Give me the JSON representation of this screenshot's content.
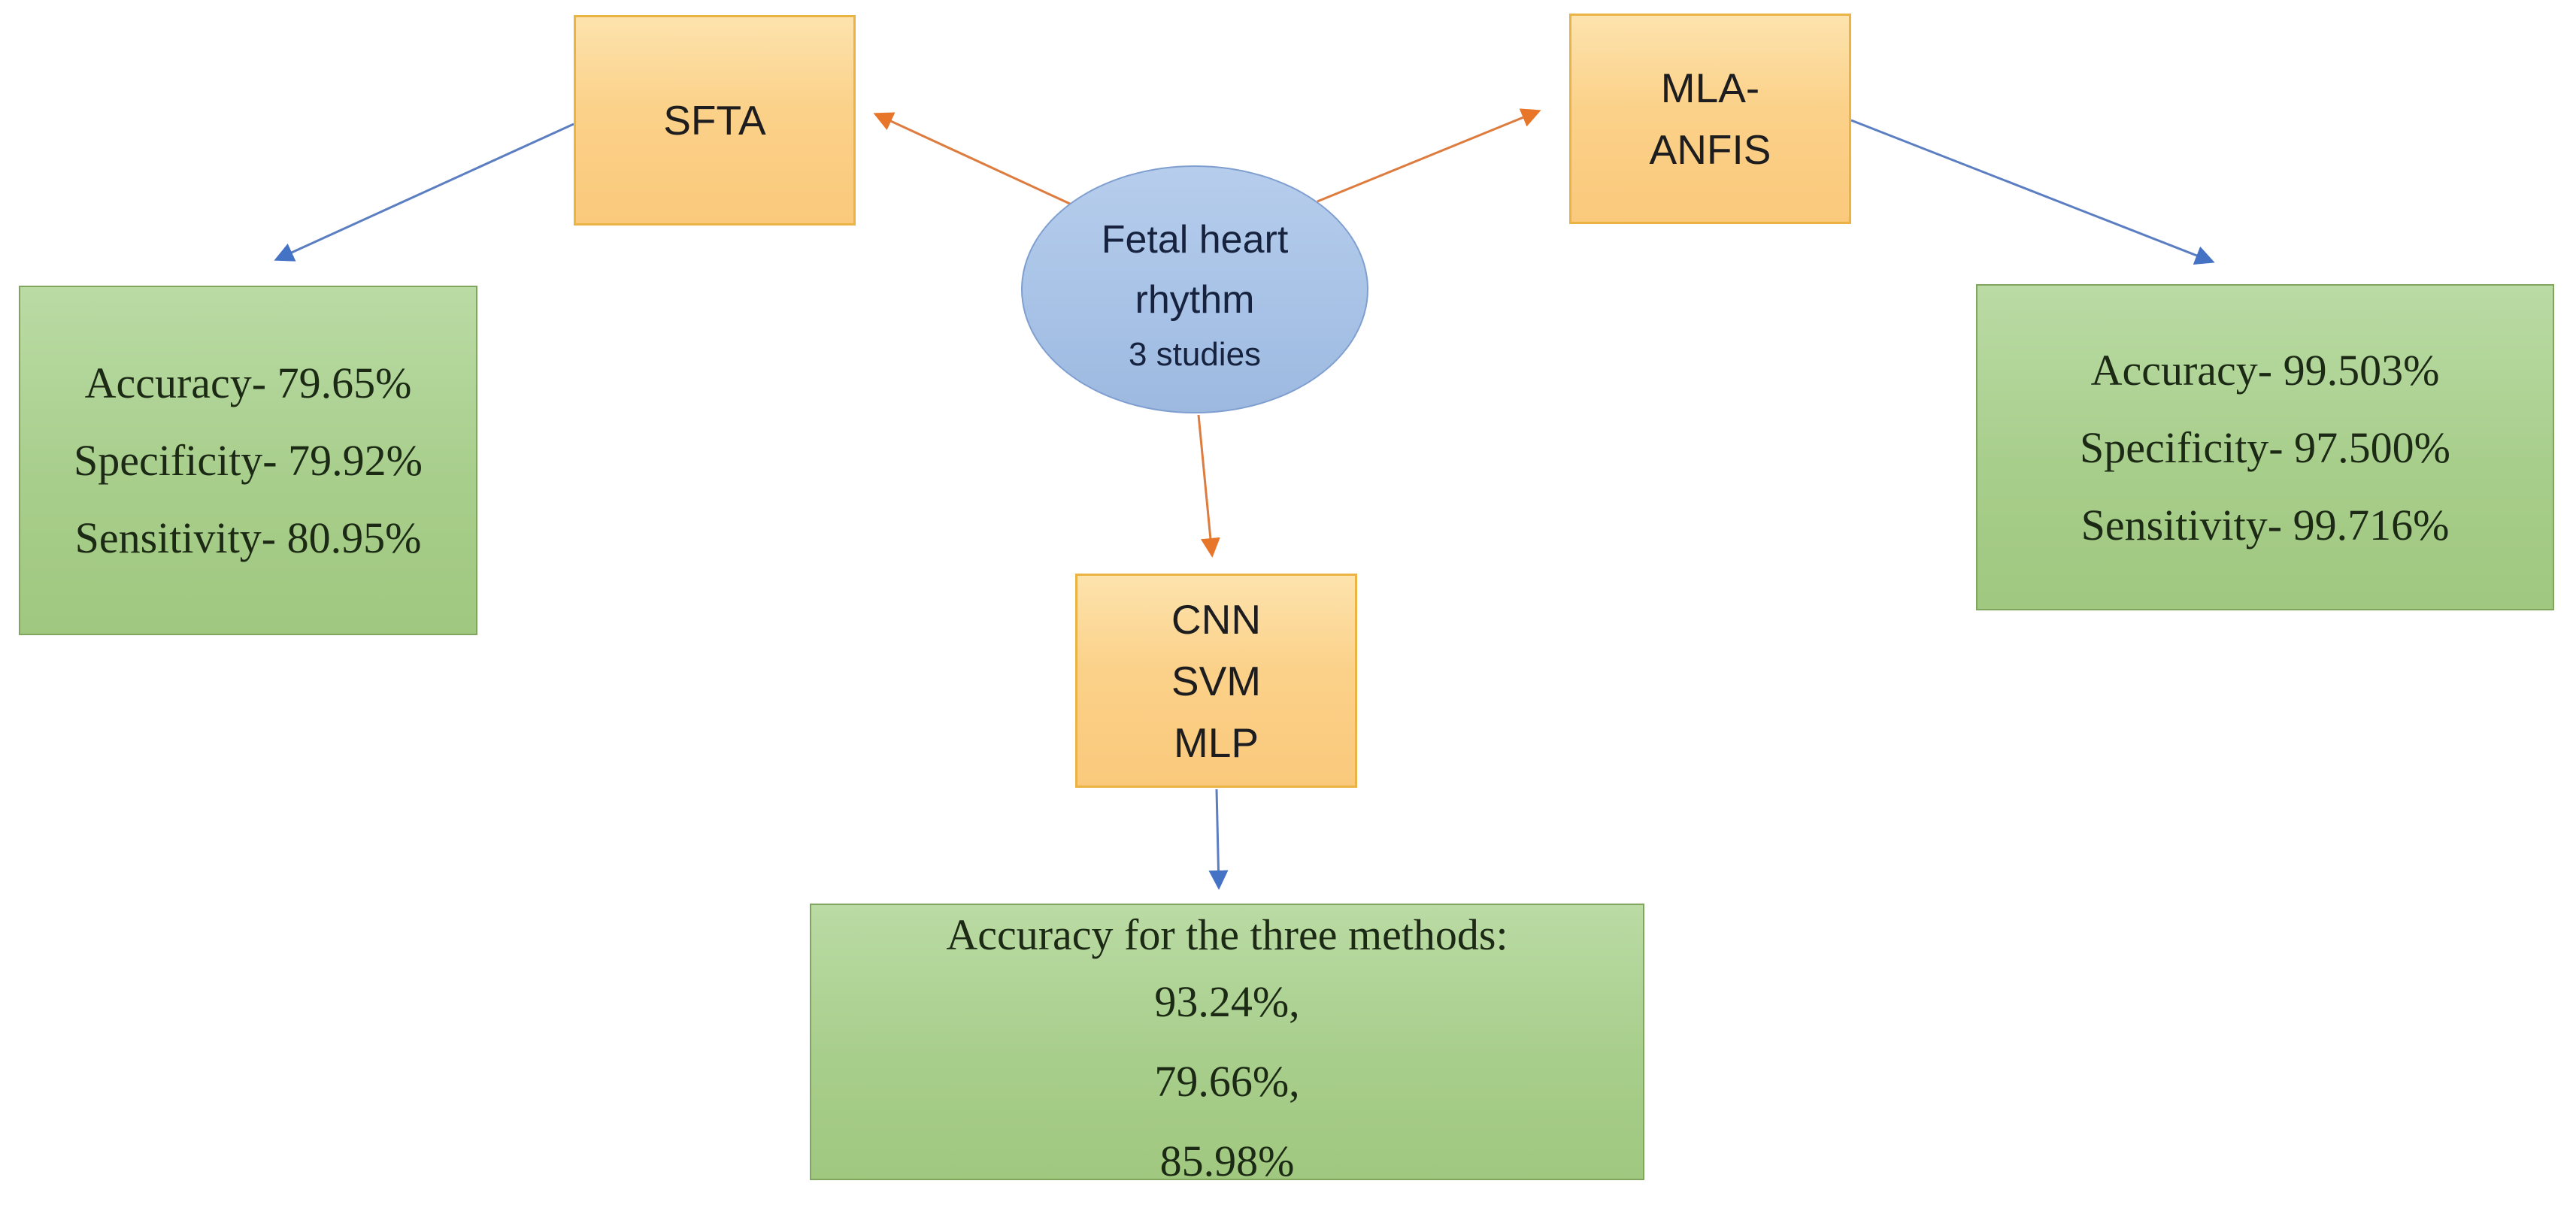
{
  "diagram": {
    "background": "#ffffff",
    "center_node": {
      "line1": "Fetal heart",
      "line2": "rhythm",
      "line3": "3 studies"
    },
    "method_nodes": {
      "sfta": {
        "label": "SFTA"
      },
      "mla_anfis": {
        "line1": "MLA-",
        "line2": "ANFIS"
      },
      "cnn_svm_mlp": {
        "line1": "CNN",
        "line2": "SVM",
        "line3": "MLP"
      }
    },
    "result_nodes": {
      "sfta_results": {
        "accuracy": "Accuracy- 79.65%",
        "specificity": "Specificity- 79.92%",
        "sensitivity": "Sensitivity- 80.95%"
      },
      "mla_anfis_results": {
        "accuracy": "Accuracy- 99.503%",
        "specificity": "Specificity- 97.500%",
        "sensitivity": "Sensitivity- 99.716%"
      },
      "cnn_svm_mlp_results": {
        "title": "Accuracy for the three methods:",
        "value1": "93.24%,",
        "value2": "79.66%,",
        "value3": "85.98%"
      }
    },
    "colors": {
      "method_box_fill": "#fbd189",
      "method_box_border": "#eab344",
      "result_box_fill": "#a8ce8c",
      "result_box_border": "#7fa55e",
      "ellipse_fill": "#a9c4e7",
      "ellipse_border": "#7f9fd1",
      "orange_arrow": "#e8762a",
      "orange_arrow_line": "#dd7c3e",
      "blue_arrow": "#4472c4",
      "blue_arrow_line": "#5b7ec2",
      "method_text": "#1d1d1f",
      "result_text": "#1c2a15",
      "ellipse_text": "#17233e"
    }
  }
}
